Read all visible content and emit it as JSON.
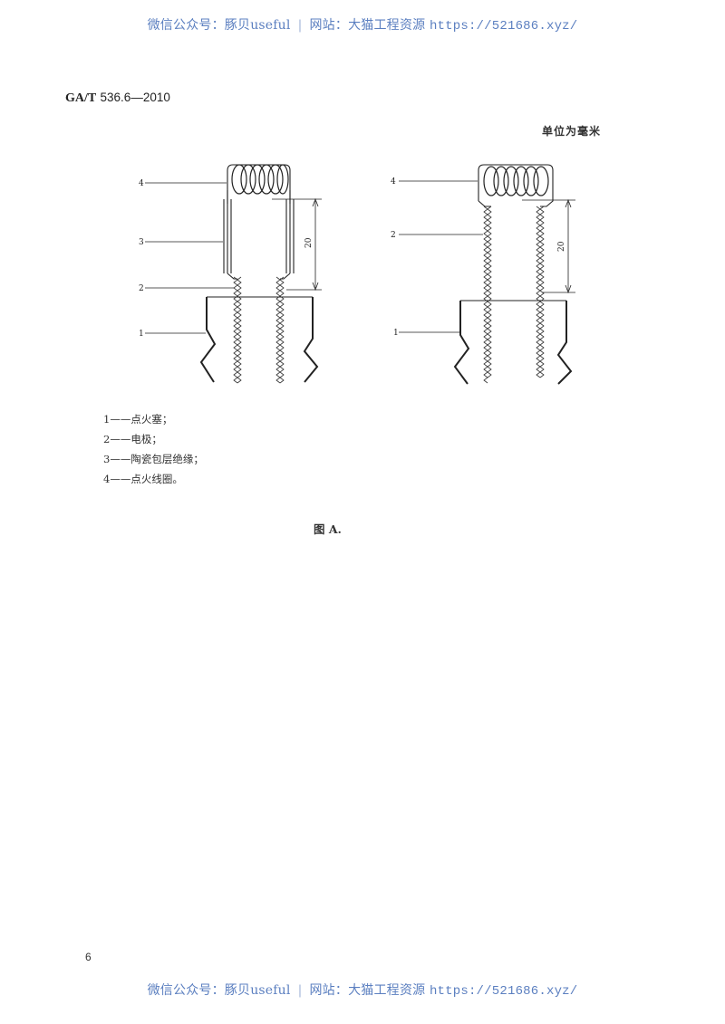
{
  "watermark": {
    "left": "微信公众号：豚贝useful",
    "separator": "|",
    "right_cn": "网站：大猫工程资源",
    "url": "https://521686.xyz/"
  },
  "header": {
    "std_prefix": "GA/T",
    "std_number": "536.6—2010"
  },
  "unit_note": "单位为毫米",
  "figure": {
    "left_diagram": {
      "callouts": [
        "4",
        "3",
        "2",
        "1"
      ],
      "dimension": "20"
    },
    "right_diagram": {
      "callouts": [
        "4",
        "2",
        "1"
      ],
      "dimension": "20"
    },
    "legend": [
      {
        "num": "1",
        "dash": "——",
        "text": "点火塞；"
      },
      {
        "num": "2",
        "dash": "——",
        "text": "电极；"
      },
      {
        "num": "3",
        "dash": "——",
        "text": "陶瓷包层绝缘；"
      },
      {
        "num": "4",
        "dash": "——",
        "text": "点火线圈。"
      }
    ],
    "caption": "图 A."
  },
  "page_number": "6",
  "colors": {
    "watermark": "#5b7fc0",
    "text": "#222222",
    "background": "#ffffff"
  }
}
